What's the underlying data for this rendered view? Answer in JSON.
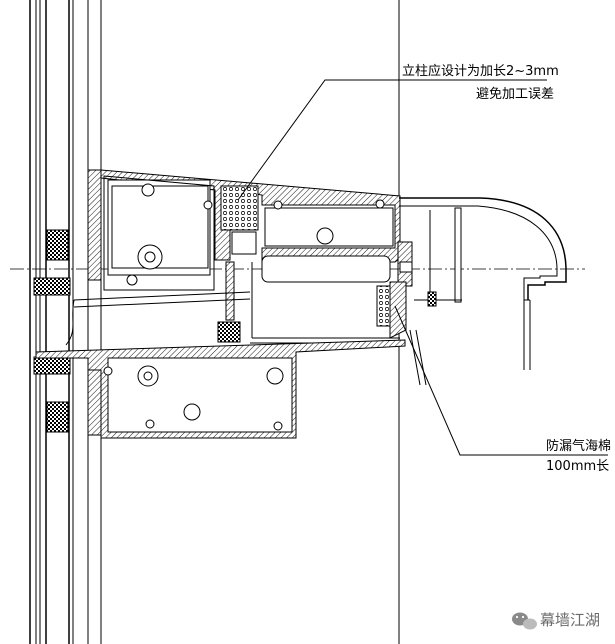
{
  "annotations": {
    "top_line1": "立柱应设计为加长2~3mm",
    "top_line2": "避免加工误差",
    "right_line1": "防漏气海棉",
    "right_line2": "100mm长"
  },
  "watermark": {
    "text": "幕墙江湖",
    "icon": "wechat-icon"
  }
}
